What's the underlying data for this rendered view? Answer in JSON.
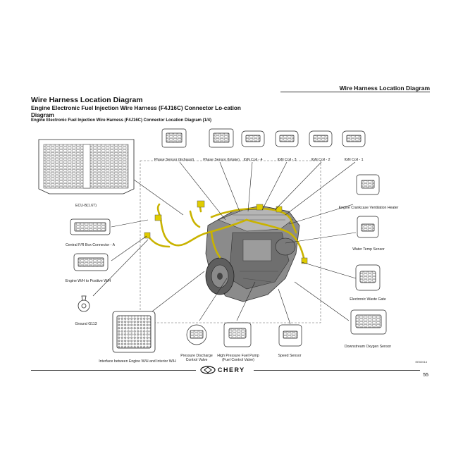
{
  "header": {
    "section_title": "Wire Harness Location Diagram"
  },
  "titles": {
    "main": "Wire Harness Location Diagram",
    "subtitle": "Engine Electronic Fuel Injection Wire Harness (F4J16C) Connector Lo-cation Diagram",
    "caption": "Engine Electronic Fuel Injection Wire Harness (F4J16C) Connector Location Diagram (1/4)"
  },
  "connectors": {
    "ecu": {
      "label": "ECU-B(1.6T)"
    },
    "phase_exhaust": {
      "label": "Phase Sensor (Exhaust)"
    },
    "phase_intake": {
      "label": "Phase Sensor (Intake)"
    },
    "ign4": {
      "label": "IGN Coil - 4"
    },
    "ign3": {
      "label": "IGN Coil - 3"
    },
    "ign2": {
      "label": "IGN Coil - 2"
    },
    "ign1": {
      "label": "IGN Coil - 1"
    },
    "crankcase": {
      "label": "Engine Crankcase Ventilation Heater"
    },
    "water_temp": {
      "label": "Water Temp Sensor"
    },
    "waste_gate": {
      "label": "Electronic Waste Gate"
    },
    "oxygen": {
      "label": "Downstream Oxygen Sensor"
    },
    "speed": {
      "label": "Speed Sensor"
    },
    "hp_pump": {
      "label": "High Pressure Fuel Pump (Fuel Control Valve)"
    },
    "pressure_valve": {
      "label": "Pressure Discharge Control Valve"
    },
    "interface": {
      "label": "Interface between Engine W/H and Interior W/H"
    },
    "ground": {
      "label": "Ground G113"
    },
    "positive": {
      "label": "Engine W/H to Positive W/H"
    },
    "fr_box": {
      "label": "Central F/R Box Connector - A"
    }
  },
  "footer": {
    "brand": "CHERY",
    "page_number": "55",
    "figure_code": "EE02014"
  },
  "colors": {
    "harness": "#c9b300",
    "engine": "#7a7a7a",
    "line": "#222222"
  }
}
